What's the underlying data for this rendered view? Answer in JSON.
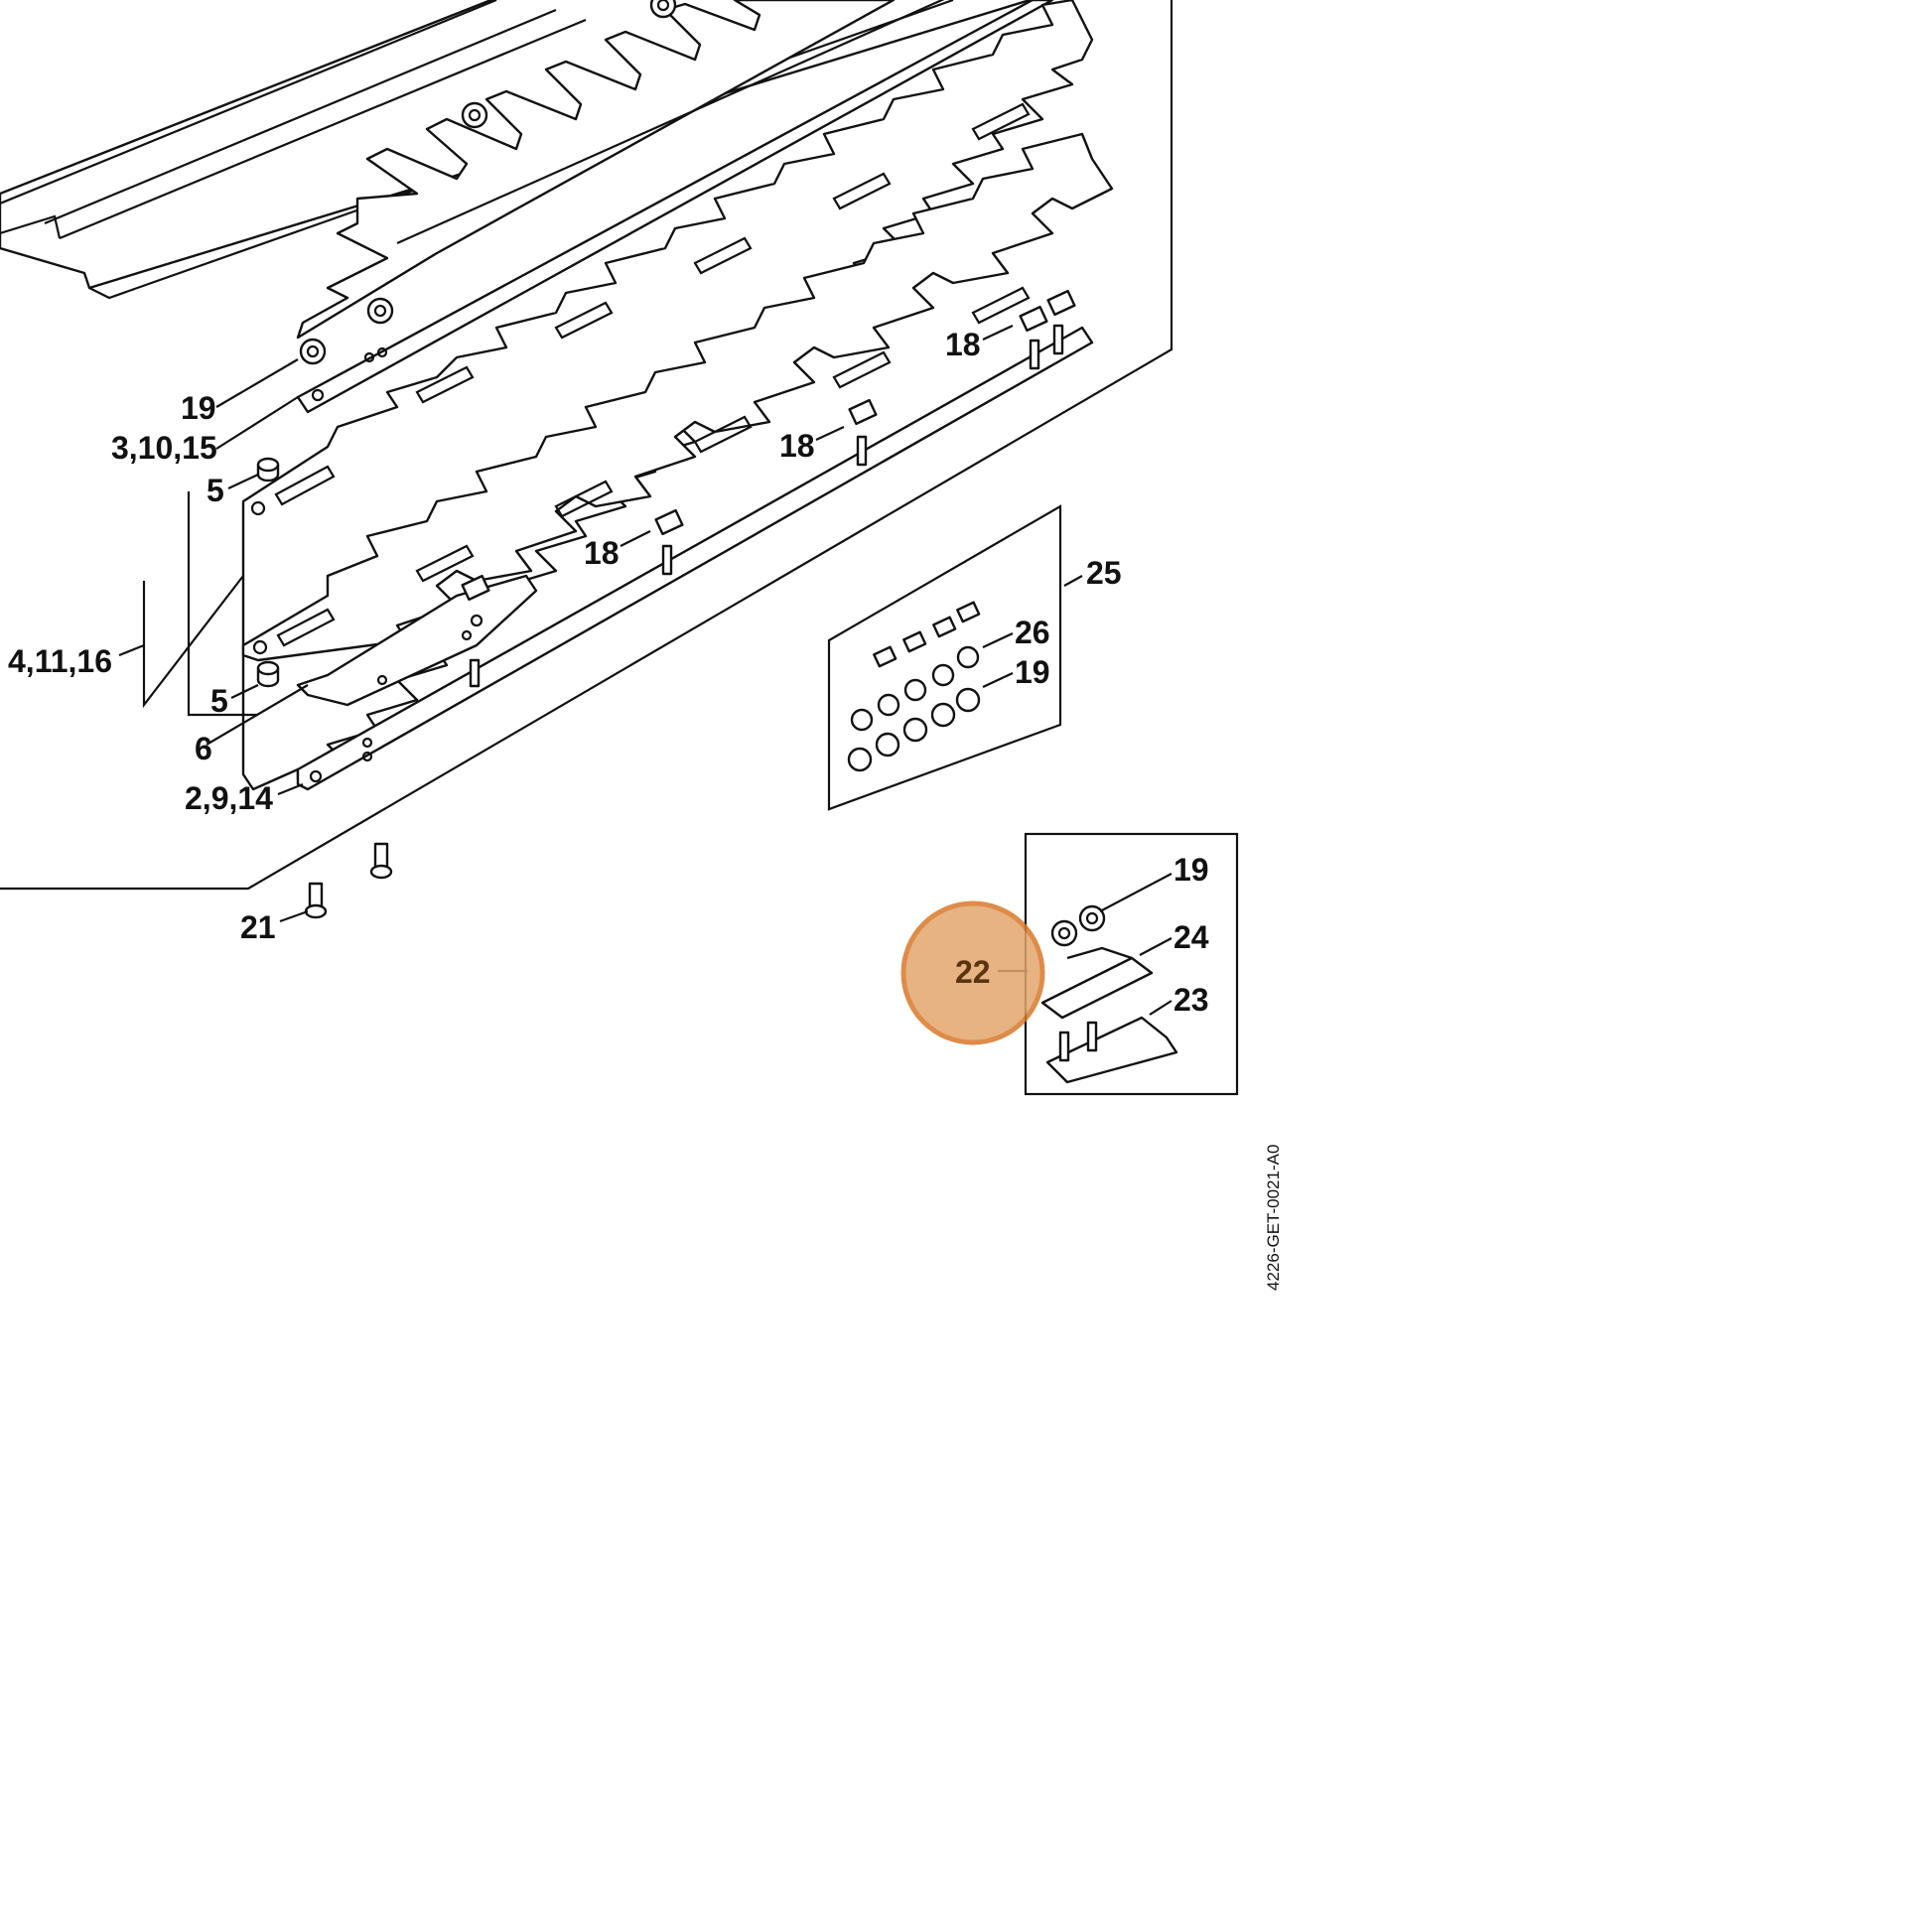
{
  "diagram": {
    "reference_code": "4226-GET-0021-A0",
    "highlight_color": "#e3a66e",
    "highlight_border_color": "#d9782a",
    "callouts": {
      "c19_top": "19",
      "c3_10_15": "3,10,15",
      "c5_top": "5",
      "c4_11_16": "4,11,16",
      "c5_bottom": "5",
      "c6": "6",
      "c2_9_14": "2,9,14",
      "c21": "21",
      "c18_a": "18",
      "c18_b": "18",
      "c18_c": "18",
      "c25": "25",
      "c26": "26",
      "c19_kit": "19",
      "c19_small": "19",
      "c24": "24",
      "c23": "23",
      "c22": "22"
    },
    "selected_part": "22"
  }
}
